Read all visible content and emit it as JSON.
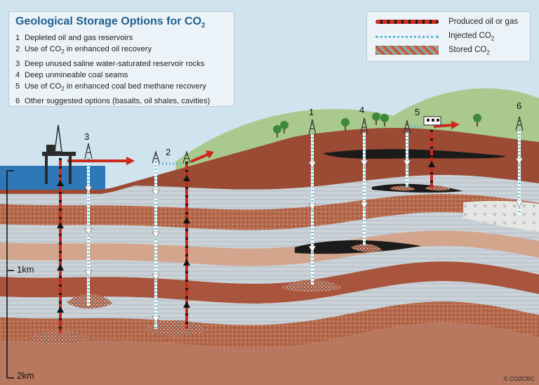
{
  "title": {
    "text": "Geological Storage Options for CO",
    "sub": "2"
  },
  "options": [
    {
      "num": "1",
      "parts": [
        "Depleted oil and gas reservoirs"
      ]
    },
    {
      "num": "2",
      "parts": [
        "Use of CO",
        "2",
        " in enhanced oil recovery"
      ]
    },
    {
      "num": "3",
      "parts": [
        "Deep unused saline water-saturated reservoir rocks"
      ]
    },
    {
      "num": "4",
      "parts": [
        "Deep unmineable coal seams"
      ]
    },
    {
      "num": "5",
      "parts": [
        "Use of CO",
        "2",
        " in enhanced coal bed methane recovery"
      ]
    },
    {
      "num": "6",
      "parts": [
        "Other suggested options (basalts, oil shales, cavities)"
      ]
    }
  ],
  "legend": {
    "produced": "Produced oil or gas",
    "injected": "Injected CO",
    "injected_sub": "2",
    "stored": "Stored CO",
    "stored_sub": "2"
  },
  "site_labels": [
    "1",
    "2",
    "3",
    "4",
    "5",
    "6"
  ],
  "depth_labels": {
    "km1": "1km",
    "km2": "2km"
  },
  "copyright": "© CO2CRC",
  "colors": {
    "sky": "#cfe4ee",
    "sea": "#2f78b8",
    "hill": "#a9c98e",
    "rock_light": "#c5cdd3",
    "rock_red": "#a9543d",
    "rock_tan": "#d2a68e",
    "coal": "#1b1b1b",
    "produced": "#cc2a1c",
    "injected": "#5fb7d0"
  }
}
